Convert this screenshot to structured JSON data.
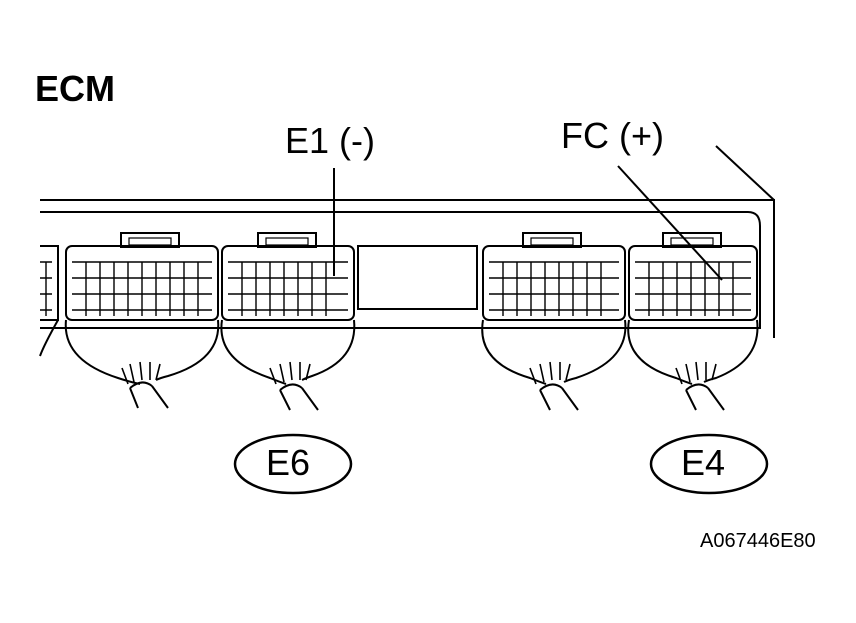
{
  "title": "ECM",
  "labels": {
    "e1": "E1 (-)",
    "fc": "FC (+)",
    "e6": "E6",
    "e4": "E4",
    "code": "A067446E80"
  }
}
